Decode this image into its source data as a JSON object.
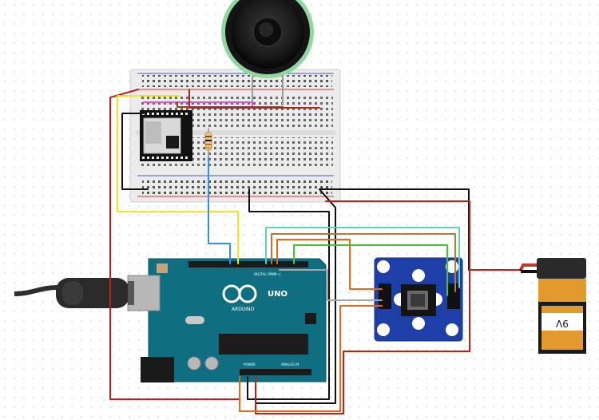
{
  "arduino": {
    "brand": "ARDUINO",
    "model": "UNO",
    "digital_label": "DIGITAL (PWM~)",
    "power_label": "POWER",
    "analog_label": "ANALOG IN"
  },
  "battery": {
    "label": "9V"
  },
  "colors": {
    "breadboard": "#ececec",
    "arduino_board": "#0f6f80",
    "sensor_board": "#1e3fa8",
    "battery_body": "#e39a2d",
    "battery_cap": "#2a2a2a",
    "speaker_ring": "#8fd6a0",
    "wire_red": "#b5231a",
    "wire_black": "#111111",
    "wire_yellow": "#f2e12b",
    "wire_blue": "#3a8ee0",
    "wire_pink": "#e055c8",
    "wire_brown": "#8b4a12",
    "wire_orange": "#e06a1a",
    "wire_green": "#4fbf3a",
    "wire_teal": "#5fd1c0",
    "wire_gray": "#a8a8a8"
  },
  "icons": [
    "usb-cable-icon",
    "speaker-icon",
    "resistor-icon",
    "arduino-logo-icon"
  ]
}
